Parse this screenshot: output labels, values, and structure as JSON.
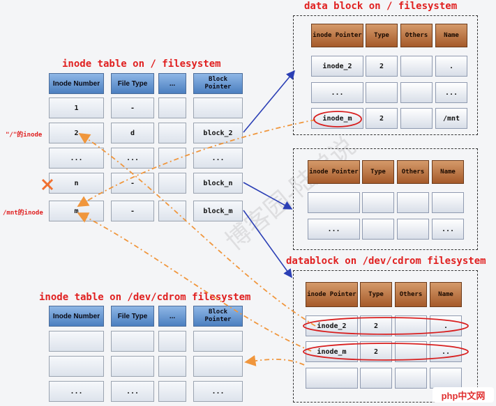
{
  "titles": {
    "inode_root": "inode table on / filesystem",
    "data_root": "data block on / filesystem",
    "datablock_cdrom": "datablock on /dev/cdrom filesystem",
    "inode_cdrom": "inode table on /dev/cdrom filesystem"
  },
  "inode_headers": [
    "Inode Number",
    "File Type",
    "...",
    "Block Pointer"
  ],
  "inode_root_rows": [
    [
      "1",
      "-",
      "",
      ""
    ],
    [
      "2",
      "d",
      "",
      "block_2"
    ],
    [
      "...",
      "...",
      "",
      "..."
    ],
    [
      "n",
      "-",
      "",
      "block_n"
    ],
    [
      "m",
      "-",
      "",
      "block_m"
    ]
  ],
  "inode_cdrom_rows": [
    [
      "",
      "",
      "",
      ""
    ],
    [
      "",
      "",
      "",
      ""
    ],
    [
      "...",
      "...",
      "",
      "..."
    ]
  ],
  "block_headers": [
    "inode Pointer",
    "Type",
    "Others",
    "Name"
  ],
  "block2_rows": [
    [
      "inode_2",
      "2",
      "",
      "."
    ],
    [
      "...",
      "",
      "",
      "..."
    ],
    [
      "inode_m",
      "2",
      "",
      "/mnt"
    ]
  ],
  "blockn_rows": [
    [
      "",
      "",
      "",
      ""
    ],
    [
      "...",
      "",
      "",
      "..."
    ]
  ],
  "cdrom_rows": [
    [
      "inode_2",
      "2",
      "",
      "."
    ],
    [
      "inode_m",
      "2",
      "",
      ".."
    ],
    [
      "",
      "",
      "",
      ""
    ]
  ],
  "side_labels": {
    "root_inode": "\"/\"的inode",
    "mnt_inode": "/mnt的inode"
  },
  "watermark": "博客园-陆弟说",
  "logo": "php中文网",
  "colors": {
    "title": "#e02020",
    "arrow_blue": "#2b3fb5",
    "arrow_orange": "#f0963c",
    "cross": "#f07030"
  }
}
